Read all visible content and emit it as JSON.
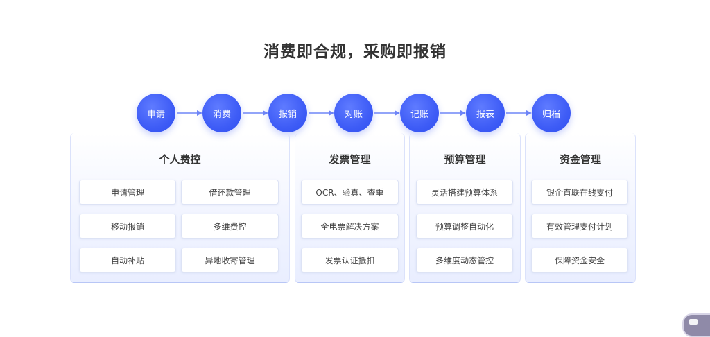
{
  "title": "消费即合规，采购即报销",
  "steps": [
    "申请",
    "消费",
    "报销",
    "对账",
    "记账",
    "报表",
    "归档"
  ],
  "panels": [
    {
      "title": "个人费控",
      "items": [
        "申请管理",
        "借还款管理",
        "移动报销",
        "多维费控",
        "自动补贴",
        "异地收寄管理"
      ]
    },
    {
      "title": "发票管理",
      "items": [
        "OCR、验真、查重",
        "全电票解决方案",
        "发票认证抵扣"
      ]
    },
    {
      "title": "预算管理",
      "items": [
        "灵活搭建预算体系",
        "预算调整自动化",
        "多维度动态管控"
      ]
    },
    {
      "title": "资金管理",
      "items": [
        "银企直联在线支付",
        "有效管理支付计划",
        "保障资金安全"
      ]
    }
  ],
  "colors": {
    "accent": "#3e5cf6",
    "arrow": "#6f86f7",
    "panel_edge": "#b8c6f6"
  }
}
